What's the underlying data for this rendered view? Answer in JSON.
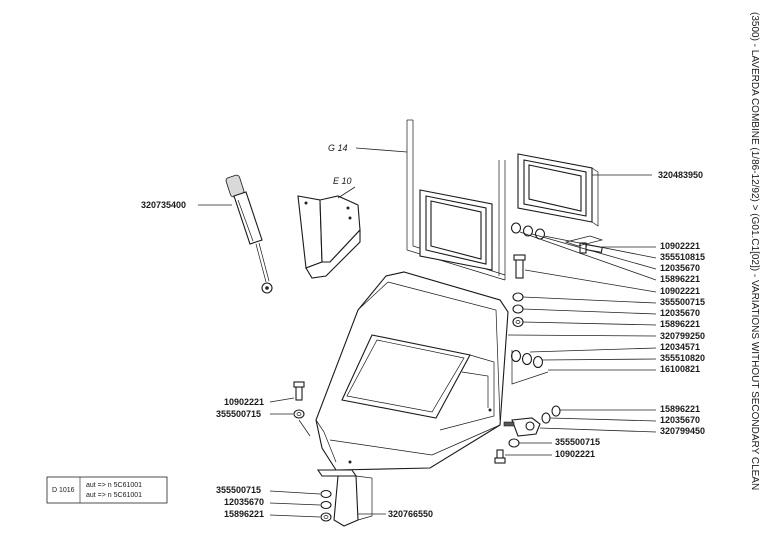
{
  "side_title": "(3500) - LAVERDA COMBINE (1/86-12/92) > (G01.C1[02]) - VARIATIONS WITHOUT SECONDARY CLEAN",
  "refs": {
    "g14": "G 14",
    "e10": "E 10"
  },
  "labels": {
    "p320483950": "320483950",
    "p320735400": "320735400",
    "r_10902221_a": "10902221",
    "r_355510815": "355510815",
    "r_12035670_a": "12035670",
    "r_15896221_a": "15896221",
    "r_10902221_b": "10902221",
    "r_355500715_a": "355500715",
    "r_12035670_b": "12035670",
    "r_15896221_b": "15896221",
    "r_320799250": "320799250",
    "r_12034571": "12034571",
    "r_355510820": "355510820",
    "r_16100821": "16100821",
    "r_15896221_c": "15896221",
    "r_12035670_c": "12035670",
    "r_320799450": "320799450",
    "r_355500715_b": "355500715",
    "r_10902221_c": "10902221",
    "l_10902221": "10902221",
    "l_355500715_a": "355500715",
    "b_355500715": "355500715",
    "b_12035670": "12035670",
    "b_15896221": "15896221",
    "b_320766550": "320766550"
  },
  "legend_box": {
    "code": "D 1016",
    "line1": "aut => n 5C61001",
    "line2": "aut => n 5C61001"
  }
}
